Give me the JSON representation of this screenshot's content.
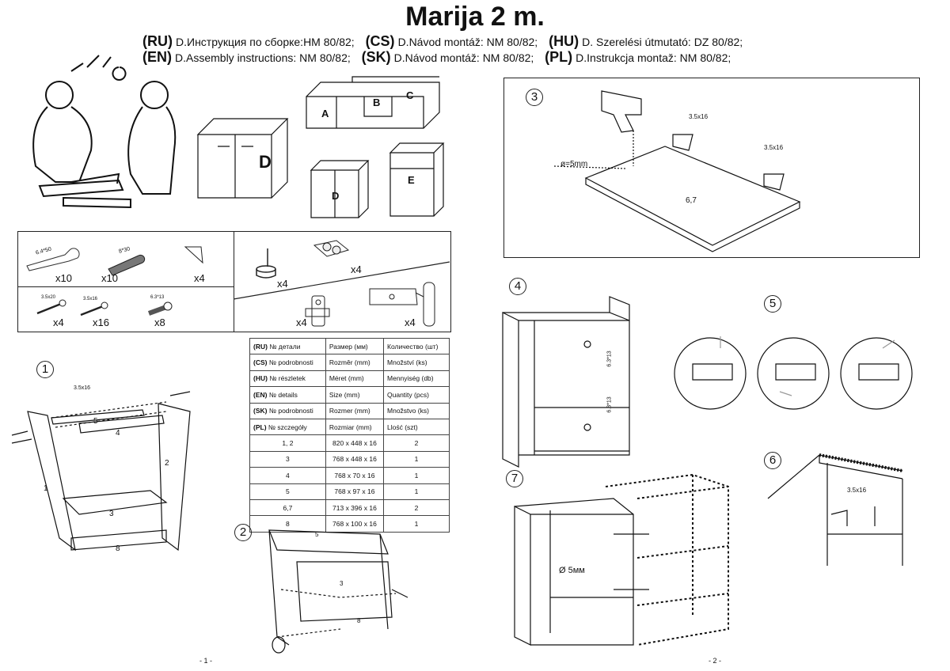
{
  "title": "Marija 2 m.",
  "languages_line1": [
    {
      "code": "(RU)",
      "text": "D.Инструкция по сборке:HM 80/82;"
    },
    {
      "code": "(CS)",
      "text": "D.Návod montáž: NM 80/82;"
    },
    {
      "code": "(HU)",
      "text": "D. Szerelési útmutató: DZ 80/82;"
    }
  ],
  "languages_line2": [
    {
      "code": "(EN)",
      "text": "D.Assembly instructions: NM 80/82;"
    },
    {
      "code": "(SK)",
      "text": "D.Návod montáž: NM 80/82;"
    },
    {
      "code": "(PL)",
      "text": "D.Instrukcja montaž: NM 80/82;"
    }
  ],
  "cabinet_labels": {
    "a": "A",
    "b": "B",
    "c": "C",
    "d_large": "D",
    "d_small": "D",
    "e": "E"
  },
  "hardware": {
    "row1": [
      {
        "size": "6.4*50",
        "qty": "x10"
      },
      {
        "size": "8*30",
        "qty": "x10"
      },
      {
        "size": "",
        "qty": "x4"
      }
    ],
    "row2": [
      {
        "size": "3.5x20",
        "qty": "x4"
      },
      {
        "size": "3.5x16",
        "qty": "x16"
      },
      {
        "size": "6.3*13",
        "qty": "x8"
      }
    ],
    "right": [
      {
        "qty": "x4"
      },
      {
        "qty": "x4"
      },
      {
        "qty": "x4"
      },
      {
        "qty": "x4"
      }
    ]
  },
  "parts_table": {
    "headers": [
      [
        "(RU)",
        "№ детали",
        "Размер  (мм)",
        "Количество (шт)"
      ],
      [
        "(CS)",
        "№ podrobnosti",
        "Rozměr (mm)",
        "Množství (ks)"
      ],
      [
        "(HU)",
        "№ részletek",
        "Méret (mm)",
        "Mennyiség (db)"
      ],
      [
        "(EN)",
        "№ details",
        "Size (mm)",
        "Quantity  (pcs)"
      ],
      [
        "(SK)",
        "№ podrobnosti",
        "Rozmer (mm)",
        "Množstvo (ks)"
      ],
      [
        "(PL)",
        "№ szczegóły",
        "Rozmiar (mm)",
        "Llość (szt)"
      ]
    ],
    "rows": [
      [
        "1, 2",
        "820 x 448 x 16",
        "2"
      ],
      [
        "3",
        "768 x 448 x 16",
        "1"
      ],
      [
        "4",
        "768 x 70 x 16",
        "1"
      ],
      [
        "5",
        "768 x 97 x 16",
        "1"
      ],
      [
        "6,7",
        "713 x 396 x 16",
        "2"
      ],
      [
        "8",
        "768 x 100 x 16",
        "1"
      ]
    ]
  },
  "steps": {
    "s1": {
      "num": "1",
      "screw": "3.5x16",
      "panels": [
        "5",
        "4",
        "1",
        "2",
        "3",
        "8"
      ]
    },
    "s2": {
      "num": "2",
      "panels": [
        "5",
        "3",
        "8"
      ]
    },
    "s3": {
      "num": "3",
      "screw_a": "3.5x16",
      "screw_b": "3.5x16",
      "drill": "ø=5mm",
      "panel": "6,7"
    },
    "s4": {
      "num": "4",
      "screw_a": "6.3*13",
      "screw_b": "6.3*13"
    },
    "s5": {
      "num": "5"
    },
    "s6": {
      "num": "6",
      "screw": "3.5x16"
    },
    "s7": {
      "num": "7",
      "drill": "Ø 5мм"
    }
  },
  "page_numbers": {
    "left": "- 1 -",
    "right": "- 2 -"
  }
}
